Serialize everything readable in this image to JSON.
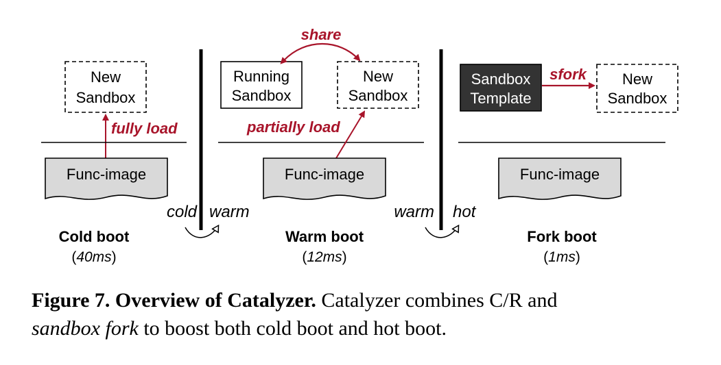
{
  "colors": {
    "accent": "#a8142a",
    "image_fill": "#d9d9d9",
    "template_fill": "#333333",
    "stroke": "#000000"
  },
  "cold": {
    "new_sandbox": [
      "New",
      "Sandbox"
    ],
    "arrow_label": "fully load",
    "image": "Func-image",
    "title": "Cold boot",
    "time_open": "(",
    "time": "40ms",
    "time_close": ")"
  },
  "warm": {
    "running_sandbox": [
      "Running",
      "Sandbox"
    ],
    "new_sandbox": [
      "New",
      "Sandbox"
    ],
    "share_label": "share",
    "arrow_label": "partially load",
    "image": "Func-image",
    "title": "Warm boot",
    "time_open": "(",
    "time": "12ms",
    "time_close": ")"
  },
  "fork": {
    "template": [
      "Sandbox",
      "Template"
    ],
    "new_sandbox": [
      "New",
      "Sandbox"
    ],
    "arrow_label": "sfork",
    "image": "Func-image",
    "title": "Fork boot",
    "time_open": "(",
    "time": "1ms",
    "time_close": ")"
  },
  "transitions": {
    "left_from": "cold",
    "left_to": "warm",
    "right_from": "warm",
    "right_to": "hot"
  },
  "caption": {
    "number": "Figure 7. Overview of Catalyzer.",
    "text1": " Catalyzer combines C/R and",
    "italic": "sandbox fork",
    "text2": " to boost both cold boot and hot boot."
  }
}
